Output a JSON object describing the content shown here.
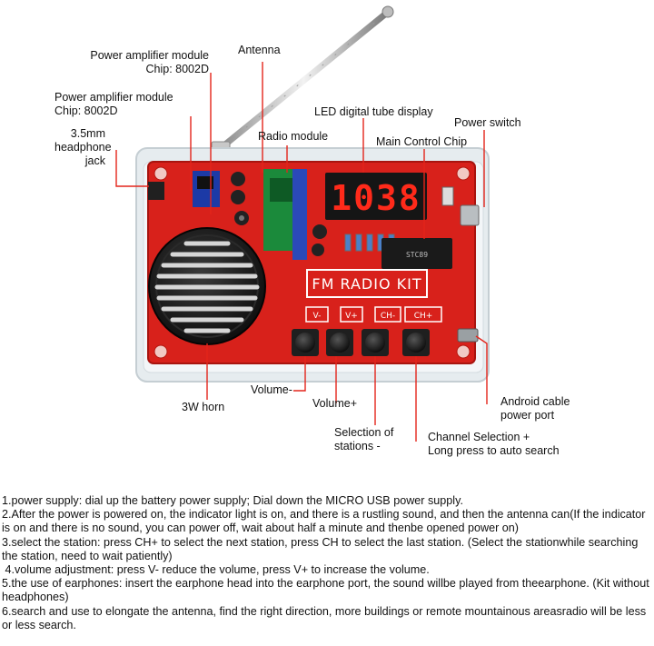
{
  "labels": {
    "power_amp_1_line1": "Power amplifier module",
    "power_amp_1_line2": "Chip: 8002D",
    "antenna": "Antenna",
    "power_amp_2_line1": "Power amplifier module",
    "power_amp_2_line2": "Chip: 8002D",
    "led_display": "LED digital tube display",
    "power_switch": "Power switch",
    "headphone_line1": "3.5mm",
    "headphone_line2": "headphone",
    "headphone_line3": "jack",
    "radio_module": "Radio module",
    "main_chip": "Main Control Chip",
    "horn": "3W horn",
    "volume_minus": "Volume-",
    "volume_plus": "Volume+",
    "selection_line1": "Selection of",
    "selection_line2": "stations -",
    "android_line1": "Android cable",
    "android_line2": "power port",
    "channel_line1": "Channel Selection +",
    "channel_line2": "Long press to auto search"
  },
  "board": {
    "title": "FM RADIO KIT",
    "display_digits": "1038",
    "buttons": [
      "V-",
      "V+",
      "CH-",
      "CH+"
    ],
    "chip_marking": "STC89",
    "colors": {
      "board": "#d8211b",
      "board_dark": "#a8140f",
      "led": "#ff2a1a",
      "display_bg": "#151515",
      "case": "#e6ecef"
    }
  },
  "notes": [
    "1.power supply: dial up the battery power supply; Dial down the MICRO USB power supply.",
    "2.After the power is powered on, the indicator light is on, and there is a rustling sound, and then the antenna can(If the indicator is on and there is no sound, you can power off, wait about half a minute and thenbe opened power on)",
    "3.select the station: press CH+ to select the next station, press CH to select the last station. (Select the stationwhile searching the station, need to wait patiently)",
    " 4.volume adjustment: press V- reduce the volume, press V+ to increase the volume.",
    "5.the use of earphones: insert the earphone head into the earphone port, the sound willbe played from theearphone. (Kit without headphones)",
    "6.search and use to elongate the antenna, find the right direction, more buildings or remote mountainous areasradio will be less or less search."
  ]
}
